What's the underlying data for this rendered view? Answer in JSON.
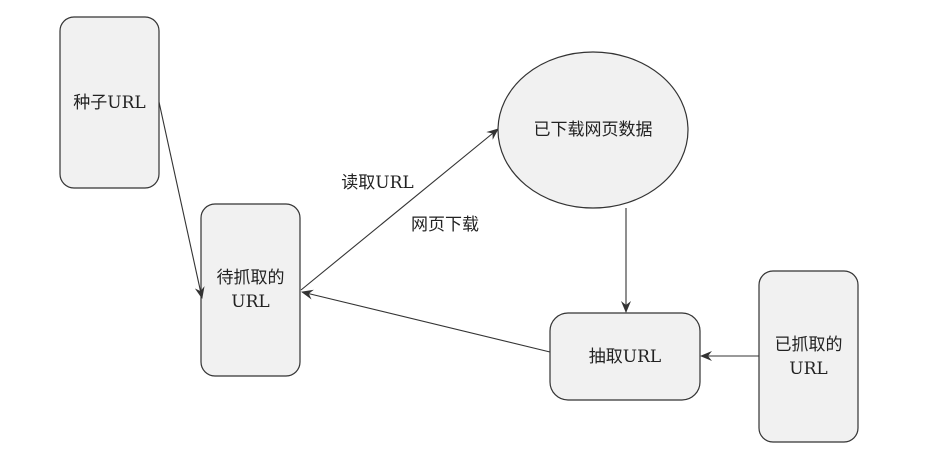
{
  "nodes": {
    "seed": "种子URL",
    "pending": "待抓取的URL",
    "downloaded": "已下载网页数据",
    "extract": "抽取URL",
    "crawled": "已抓取的URL"
  },
  "edge_labels": {
    "read": "读取URL",
    "download": "网页下载"
  },
  "colors": {
    "fill": "#f1f1f1",
    "stroke": "#333333"
  }
}
